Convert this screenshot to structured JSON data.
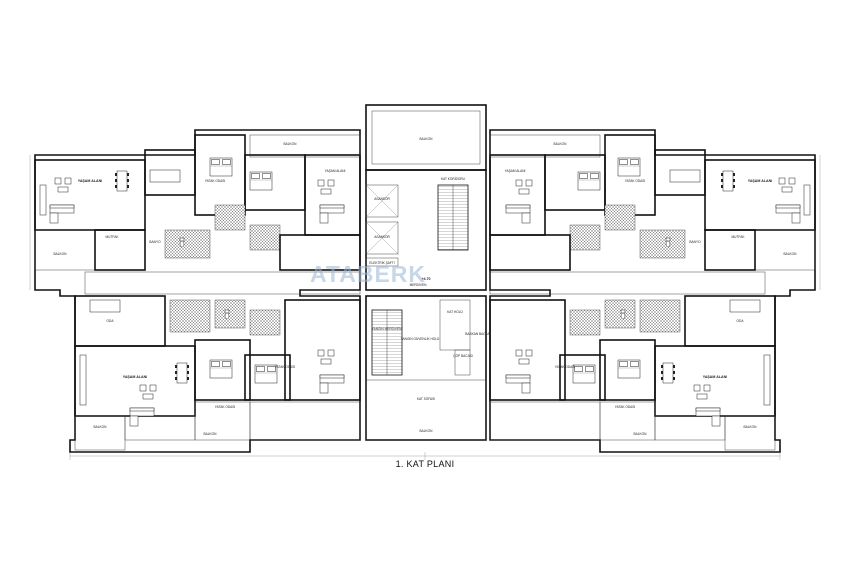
{
  "plan": {
    "title": "1. KAT PLANI",
    "watermark": "ATABERK",
    "rooms_left": {
      "yasam_top": "YAŞAM ALANI",
      "yatak_top": "YATAK ODASI",
      "mutfak": "MUTFAK",
      "balkon_top": "BALKON",
      "banyo": "BANYO",
      "oda": "ODA",
      "yasam_bottom": "YAŞAM ALANI",
      "yatak_bottom": "YATAK ODASI",
      "balkon_bottom": "BALKON",
      "balkon_bottom2": "BALKON",
      "balkon_mid": "BALKON",
      "yasam_mid": "YAŞAM ALANI",
      "yatak_mid": "YATAK ODASI"
    },
    "rooms_right": {
      "yasam_top": "YAŞAM ALANI",
      "yatak_top": "YATAK ODASI",
      "mutfak": "MUTFAK",
      "balkon_top": "BALKON",
      "banyo": "BANYO",
      "oda": "ODA",
      "yasam_bottom": "YAŞAM ALANI",
      "yatak_bottom": "YATAK ODASI",
      "balkon_bottom": "BALKON",
      "balkon_bottom2": "BALKON",
      "balkon_mid": "BALKON",
      "yasam_mid": "YAŞAM ALANI",
      "yatak_mid": "YATAK ODASI"
    },
    "core": {
      "asansor1": "ASANSÖR",
      "asansor2": "ASANSÖR",
      "elektrik": "ELEKTRİK ŞAFTI",
      "merdiven": "MERDİVEN",
      "yangin": "YANGIN MERDİVENİ",
      "kat_koridor": "KAT KORİDORU",
      "kat_holu": "KAT HOLÜ",
      "kat_sofasi": "KAT SOFASI",
      "yangin_holu": "YANGIN GÜVENLİK HOLÜ",
      "baskan": "BASKAN BACASI",
      "cop": "ÇÖP BACASI",
      "balkon": "BALKON",
      "balkon2": "BALKON",
      "level": "+4.70"
    }
  }
}
